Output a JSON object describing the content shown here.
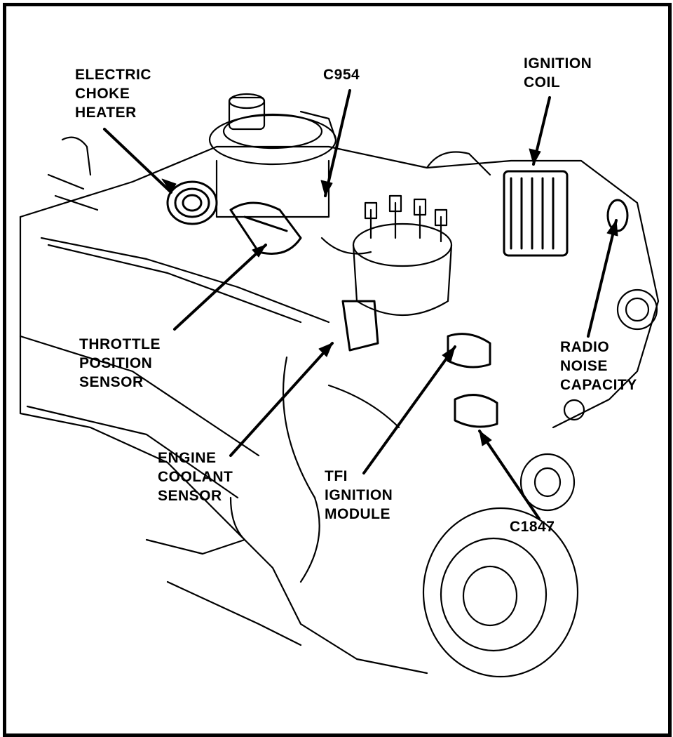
{
  "colors": {
    "ink": "#000000",
    "paper": "#ffffff"
  },
  "labels": {
    "electric_choke_heater": [
      "ELECTRIC",
      "CHOKE",
      "HEATER"
    ],
    "c954": [
      "C954"
    ],
    "ignition_coil": [
      "IGNITION",
      "COIL"
    ],
    "throttle_position_sensor": [
      "THROTTLE",
      "POSITION",
      "SENSOR"
    ],
    "radio_noise_capacity": [
      "RADIO",
      "NOISE",
      "CAPACITY"
    ],
    "engine_coolant_sensor": [
      "ENGINE",
      "COOLANT",
      "SENSOR"
    ],
    "tfi_ignition_module": [
      "TFI",
      "IGNITION",
      "MODULE"
    ],
    "c1847": [
      "C1847"
    ]
  }
}
